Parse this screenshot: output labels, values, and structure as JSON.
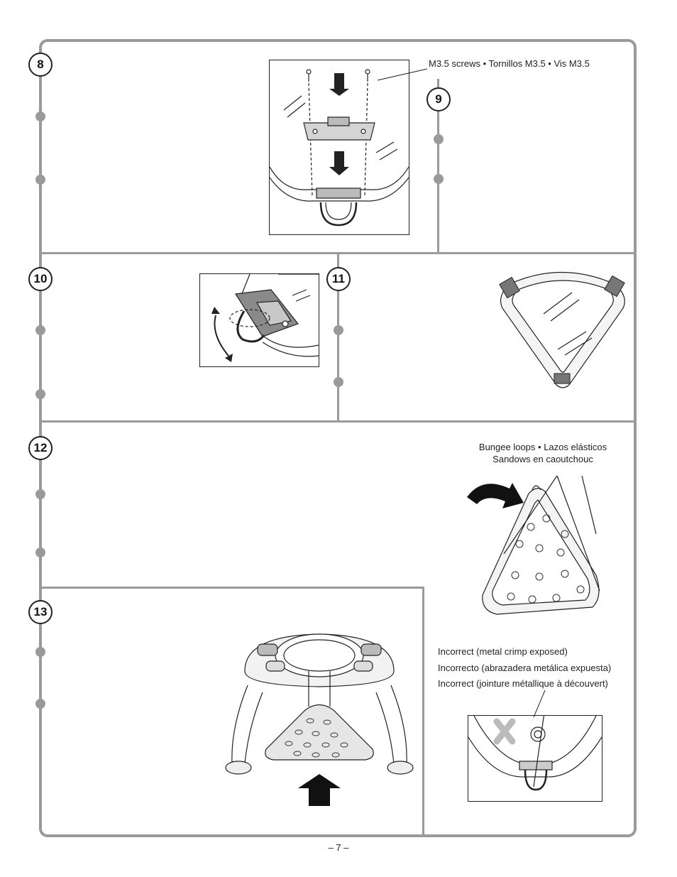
{
  "steps": {
    "s8": "8",
    "s9": "9",
    "s10": "10",
    "s11": "11",
    "s12": "12",
    "s13": "13"
  },
  "step8": {
    "callout": "M3.5 screws  •  Tornillos M3.5  •  Vis M3.5"
  },
  "step12": {
    "callout_line1": "Bungee loops  •  Lazos elásticos",
    "callout_line2": "Sandows en caoutchouc"
  },
  "warning": {
    "line1": "Incorrect (metal crimp exposed)",
    "line2": "Incorrecto (abrazadera metálica expuesta)",
    "line3": "Incorrect (jointure métallique à découvert)"
  },
  "footer": {
    "page_number": "– 7 –"
  },
  "colors": {
    "frame": "#9a9a9a",
    "ink": "#222222",
    "part_fill": "#d9d9d9"
  }
}
